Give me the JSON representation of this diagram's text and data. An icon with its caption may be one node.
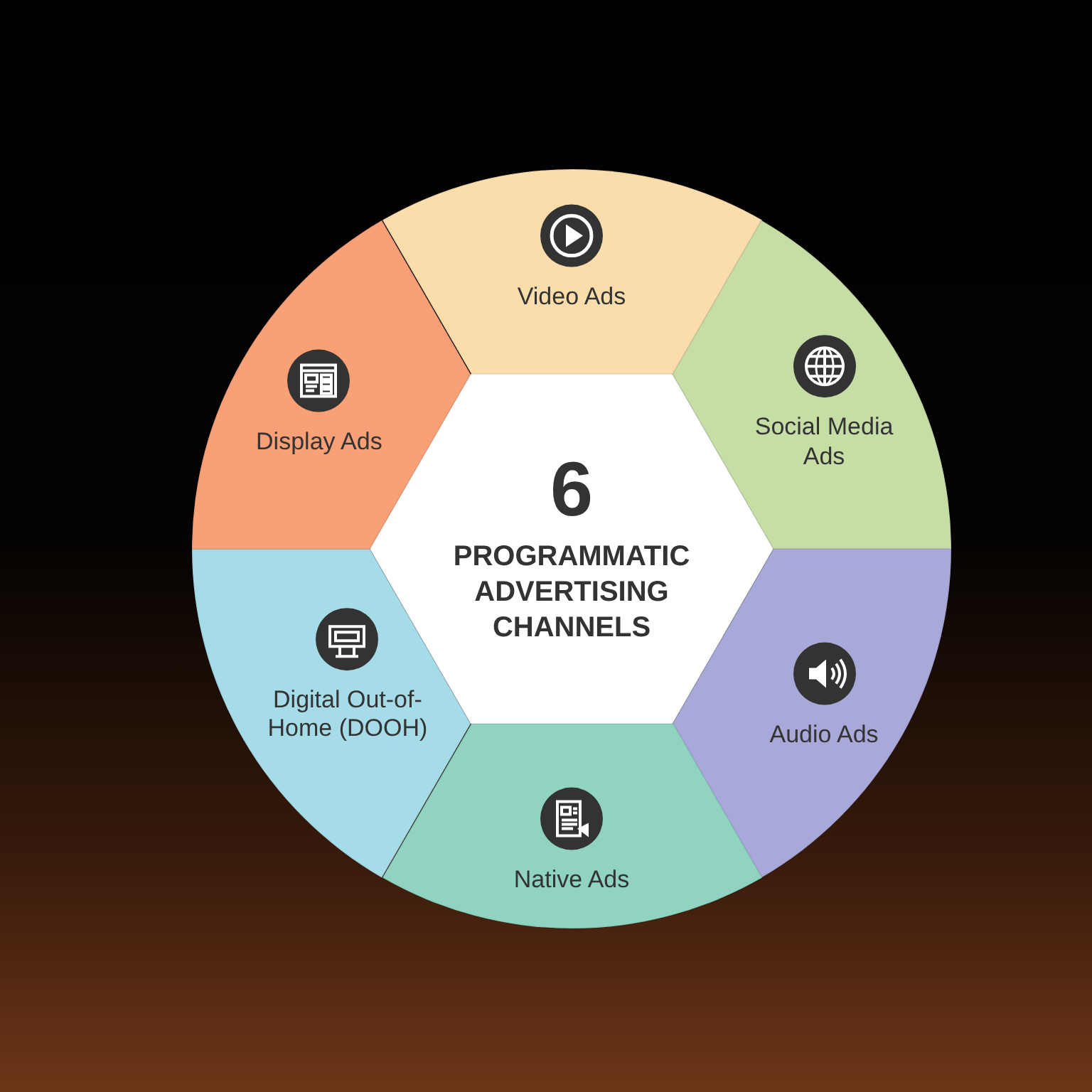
{
  "diagram": {
    "nodes": [
      {
        "text": [
          "6",
          "PROGRAMMATIC ADVERTISING CHANNELS"
        ]
      },
      {
        "text": [
          "Video Ads"
        ]
      },
      {
        "text": [
          "Social Media Ads"
        ]
      },
      {
        "text": [
          "Audio Ads"
        ]
      },
      {
        "text": [
          "Native Ads"
        ]
      },
      {
        "text": [
          "Digital Out-of-Home (DOOH)"
        ]
      },
      {
        "text": [
          "Display Ads"
        ]
      }
    ]
  }
}
